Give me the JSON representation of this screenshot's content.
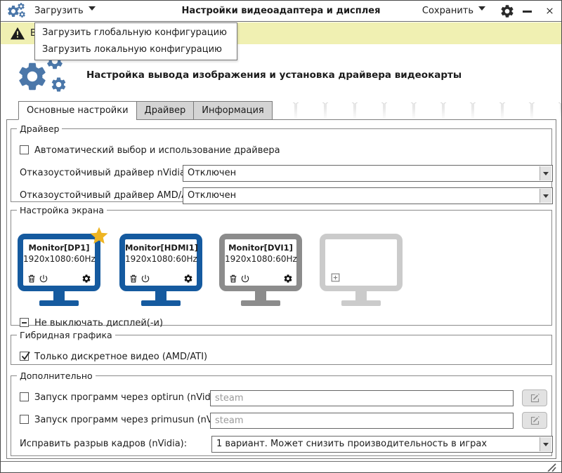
{
  "titlebar": {
    "load_label": "Загрузить",
    "title": "Настройки видеоадаптера и дисплея",
    "save_label": "Сохранить"
  },
  "load_menu": {
    "items": [
      {
        "label": "Загрузить глобальную конфигурацию"
      },
      {
        "label": "Загрузить локальную конфигурацию"
      }
    ]
  },
  "warning_bar": {
    "text": "В"
  },
  "banner": {
    "title": "Настройка вывода изображения и установка драйвера видеокарты"
  },
  "tabs": [
    {
      "label": "Основные настройки",
      "active": true
    },
    {
      "label": "Драйвер",
      "active": false
    },
    {
      "label": "Информация",
      "active": false
    }
  ],
  "driver_group": {
    "legend": "Драйвер",
    "auto_driver_checkbox": {
      "label": "Автоматический выбор и использование драйвера",
      "checked": false
    },
    "nvidia_failsafe": {
      "label": "Отказоустойчивый драйвер nVidia:",
      "value": "Отключен"
    },
    "amd_failsafe": {
      "label": "Отказоустойчивый драйвер AMD/ATI:",
      "value": "Отключен"
    }
  },
  "screen_group": {
    "legend": "Настройка экрана",
    "monitors": [
      {
        "name": "Monitor[DP1]",
        "resolution": "1920x1080:60Hz",
        "state": "active-primary",
        "primary_star": true
      },
      {
        "name": "Monitor[HDMI1]",
        "resolution": "1920x1080:60Hz",
        "state": "active",
        "primary_star": false
      },
      {
        "name": "Monitor[DVI1]",
        "resolution": "1920x1080:60Hz",
        "state": "inactive",
        "primary_star": false
      },
      {
        "name": "",
        "resolution": "",
        "state": "empty-add-slot",
        "primary_star": false
      }
    ],
    "keep_on_checkbox": {
      "label": "Не выключать дисплей(-и)",
      "state": "indeterminate"
    }
  },
  "hybrid_group": {
    "legend": "Гибридная графика",
    "discrete_only_checkbox": {
      "label": "Только дискретное видео (AMD/ATI)",
      "checked": true
    }
  },
  "extra_group": {
    "legend": "Дополнительно",
    "optirun": {
      "label": "Запуск программ через optirun (nVidia):",
      "checked": false,
      "placeholder": "steam"
    },
    "primusun": {
      "label": "Запуск программ через primusun (nVidia):",
      "checked": false,
      "placeholder": "steam"
    },
    "tearing": {
      "label": "Исправить разрыв кадров (nVidia):",
      "value": "1 вариант. Может снизить производительность в играх"
    }
  },
  "colors": {
    "monitor_active_blue": "#155a9f",
    "monitor_inactive_gray": "#8c8c8c",
    "monitor_empty_gray": "#cbcbcb",
    "star_gold": "#eeb422",
    "logo_blue": "#4b77a9",
    "warning_bg": "#f0f0b2",
    "tab_inactive_bg": "#d4d4d4"
  },
  "icons": {
    "app": "gears-icon",
    "load_caret": "caret-down-icon",
    "save_caret": "caret-down-icon",
    "settings": "gear-icon",
    "warning": "warning-triangle-icon",
    "monitor_delete": "trash-icon",
    "monitor_power": "power-icon",
    "monitor_settings": "gear-icon",
    "monitor_add": "plus-icon",
    "edit": "pencil-icon",
    "resize": "resize-grip-icon"
  }
}
